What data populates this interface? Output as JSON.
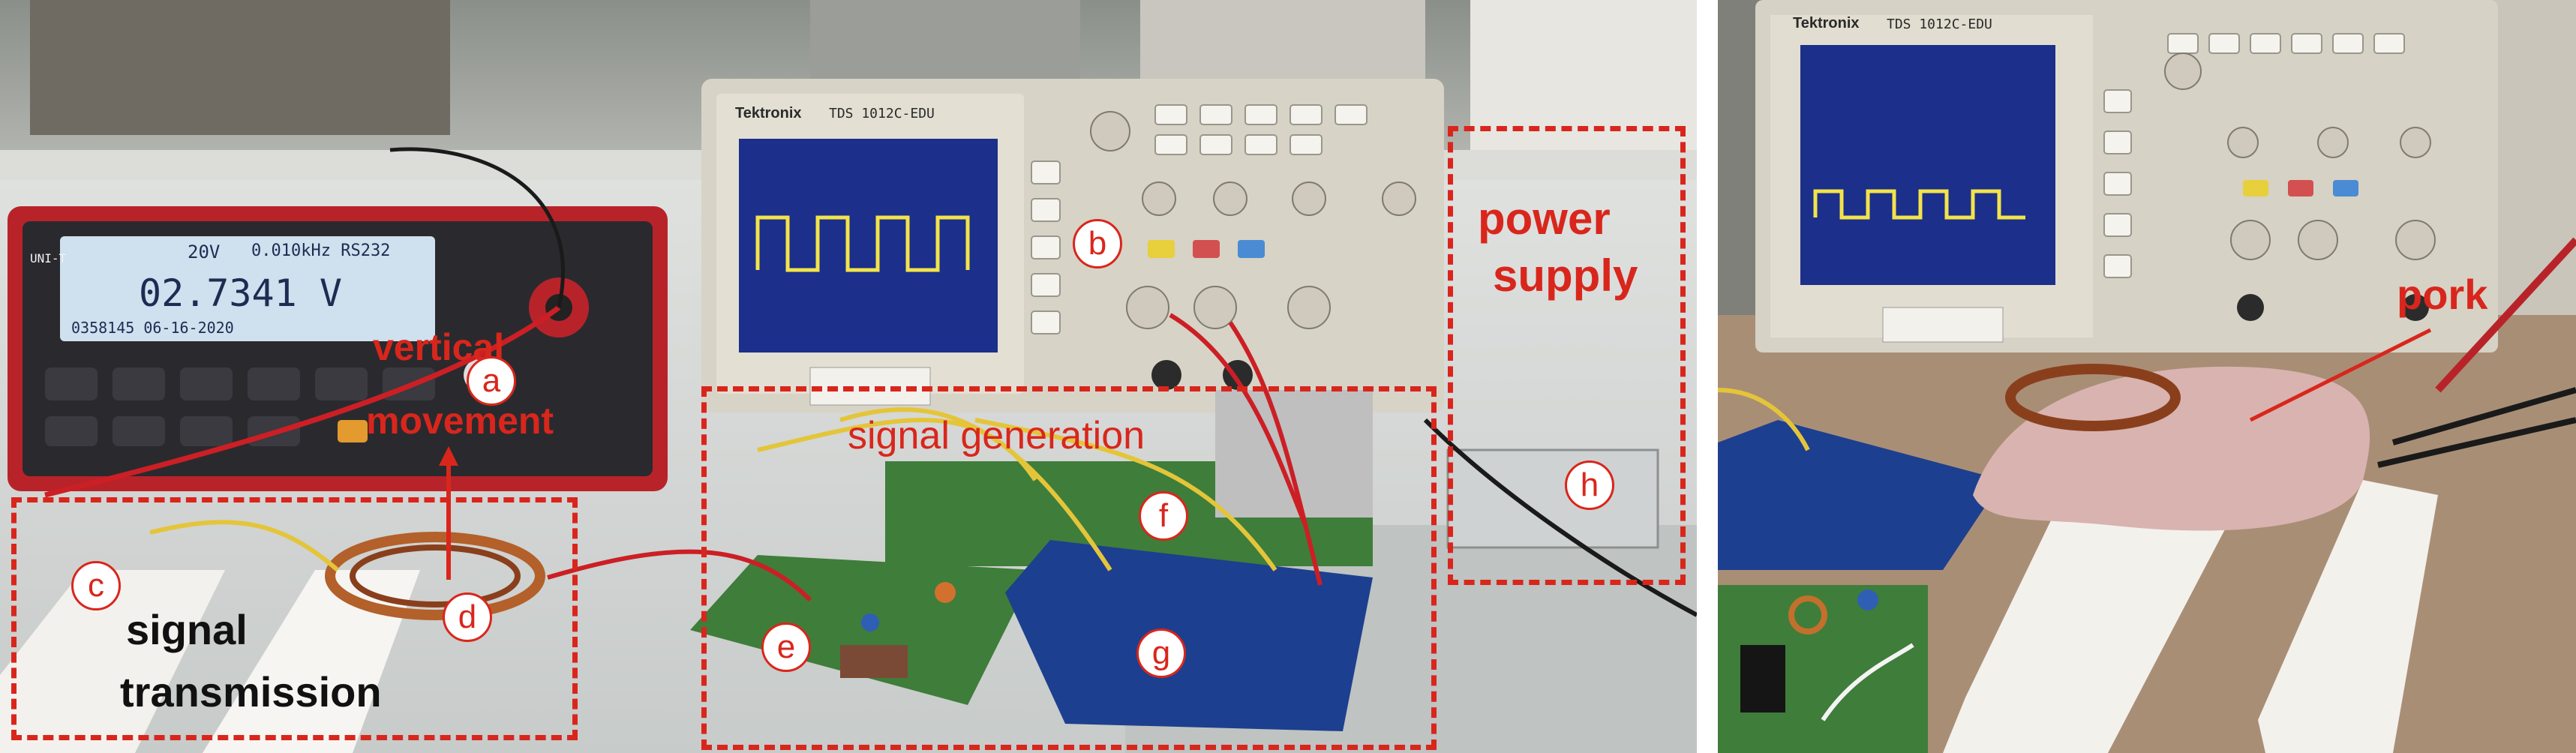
{
  "left_panel": {
    "labels": {
      "power_supply_line1": "power",
      "power_supply_line2": "supply",
      "vertical_line1": "vertical",
      "vertical_line2": "movement",
      "signal_generation": "signal generation",
      "signal_transmission_line1": "signal",
      "signal_transmission_line2": "transmission"
    },
    "markers": {
      "a": "a",
      "b": "b",
      "c": "c",
      "d": "d",
      "e": "e",
      "f": "f",
      "g": "g",
      "h": "h"
    },
    "multimeter": {
      "brand": "UNI-T",
      "reading": "02.7341 V",
      "range": "20V",
      "status": "0.010kHz RS232",
      "date_line": "0358145 06-16-2020"
    },
    "oscilloscope": {
      "brand": "Tektronix",
      "model": "TDS 1012C-EDU"
    }
  },
  "right_panel": {
    "labels": {
      "pork": "pork"
    },
    "oscilloscope": {
      "brand": "Tektronix",
      "model": "TDS 1012C-EDU"
    }
  },
  "colors": {
    "annotation": "#d9261c",
    "waveform": "#f2e34a",
    "scope_screen": "#1c2f8a",
    "multimeter_body": "#c2262a",
    "pcb_green": "#3f7d3a",
    "arduino_blue": "#1d3f8f"
  }
}
